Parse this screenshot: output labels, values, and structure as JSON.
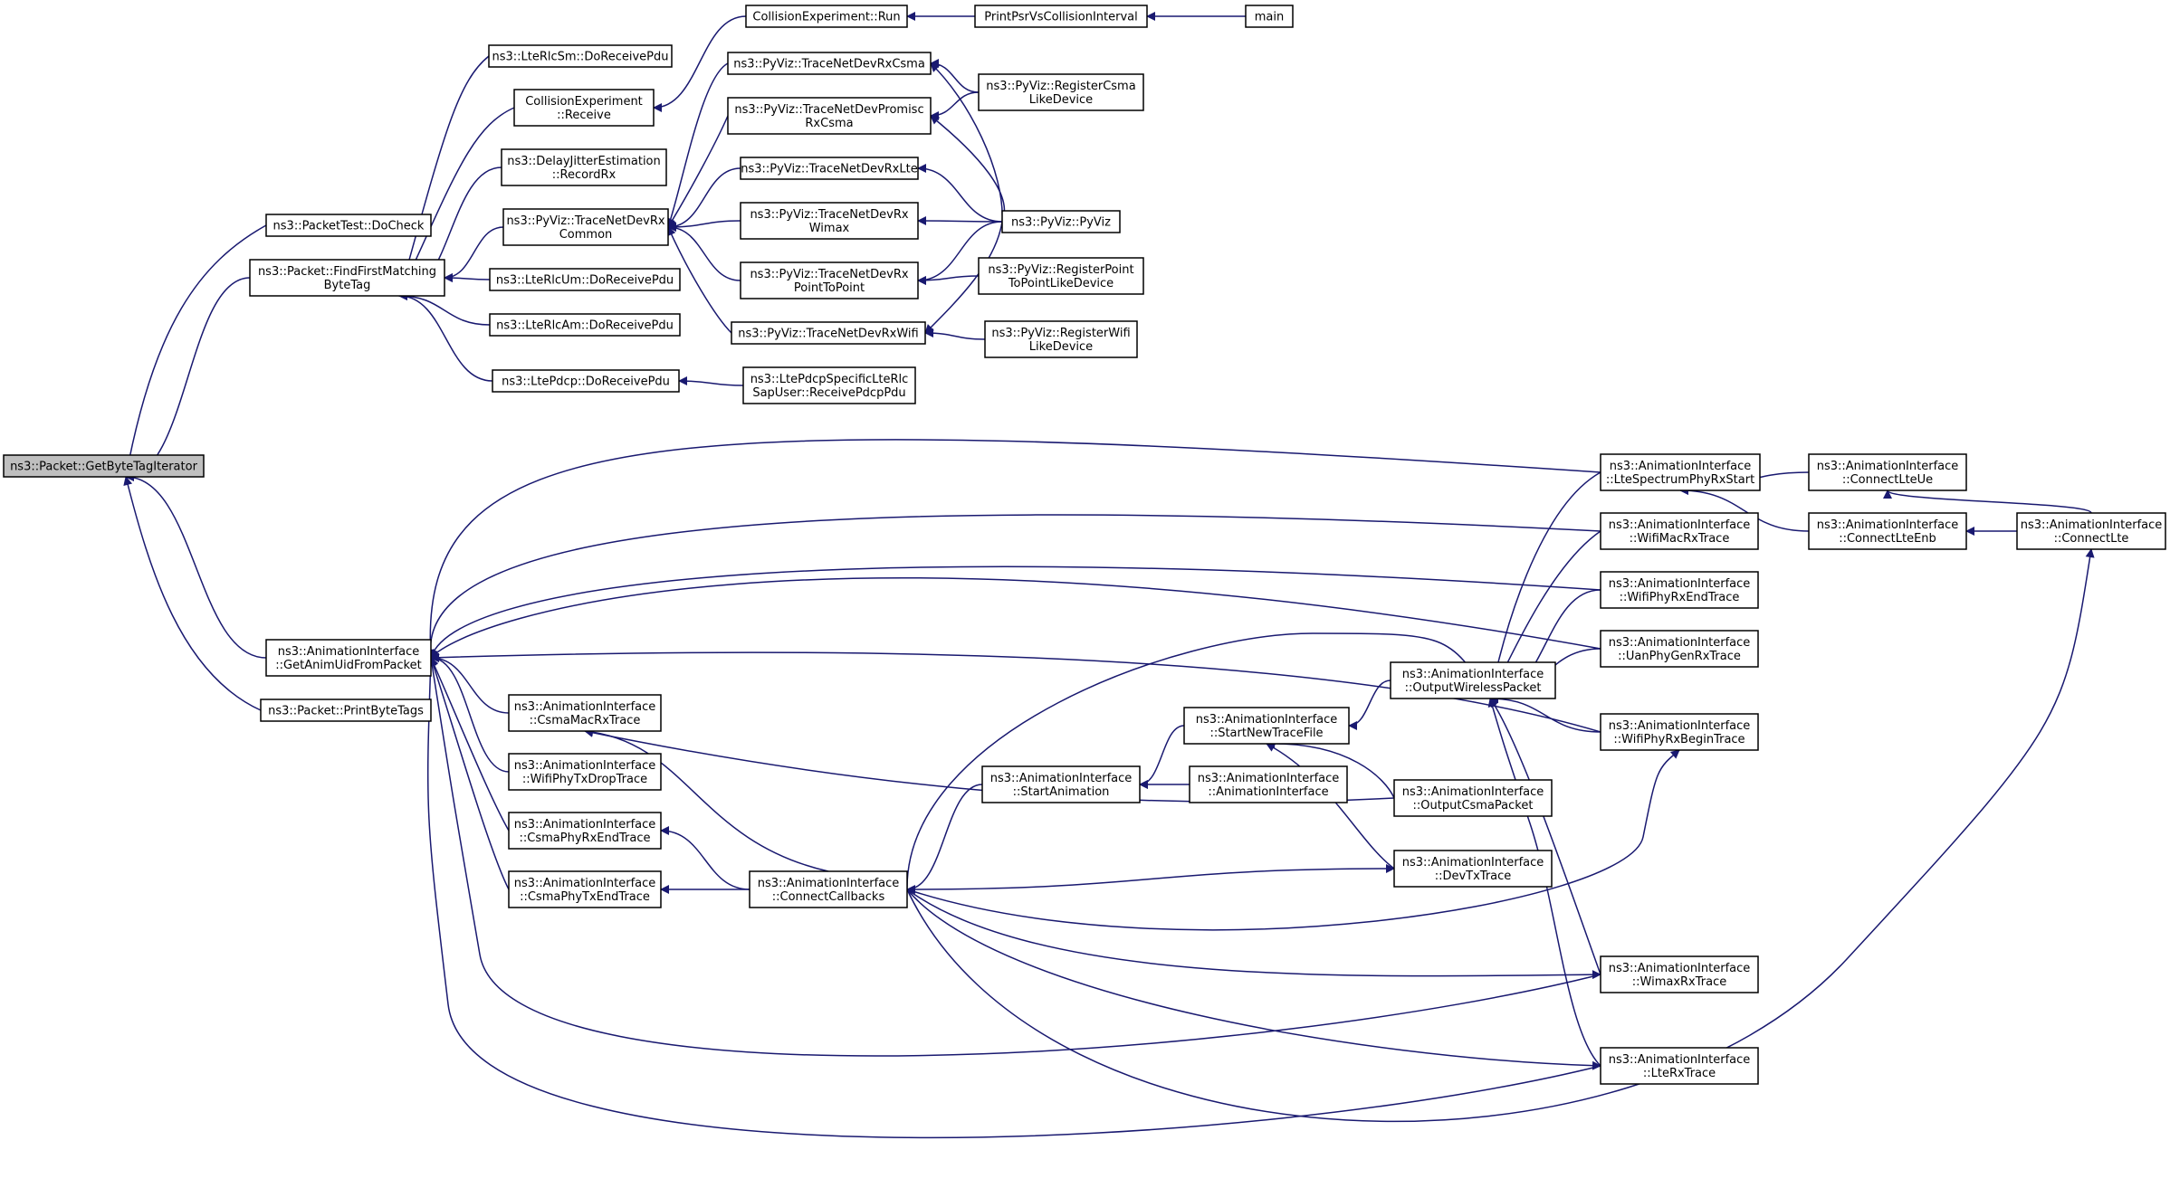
{
  "graph": {
    "title": "",
    "nodes": [
      {
        "id": "root",
        "lines": [
          "ns3::Packet::GetByteTagIterator"
        ],
        "root": true
      },
      {
        "id": "packettest",
        "lines": [
          "ns3::PacketTest::DoCheck"
        ]
      },
      {
        "id": "ffmbt",
        "lines": [
          "ns3::Packet::FindFirstMatching",
          "ByteTag"
        ]
      },
      {
        "id": "getanim",
        "lines": [
          "ns3::AnimationInterface",
          "::GetAnimUidFromPacket"
        ]
      },
      {
        "id": "printbt",
        "lines": [
          "ns3::Packet::PrintByteTags"
        ]
      },
      {
        "id": "rlcsm",
        "lines": [
          "ns3::LteRlcSm::DoReceivePdu"
        ]
      },
      {
        "id": "collrecv",
        "lines": [
          "CollisionExperiment",
          "::Receive"
        ]
      },
      {
        "id": "delay",
        "lines": [
          "ns3::DelayJitterEstimation",
          "::RecordRx"
        ]
      },
      {
        "id": "tndrxcommon",
        "lines": [
          "ns3::PyViz::TraceNetDevRx",
          "Common"
        ]
      },
      {
        "id": "rlcum",
        "lines": [
          "ns3::LteRlcUm::DoReceivePdu"
        ]
      },
      {
        "id": "rlcam",
        "lines": [
          "ns3::LteRlcAm::DoReceivePdu"
        ]
      },
      {
        "id": "pdcp",
        "lines": [
          "ns3::LtePdcp::DoReceivePdu"
        ]
      },
      {
        "id": "collrun",
        "lines": [
          "CollisionExperiment::Run"
        ]
      },
      {
        "id": "printpsr",
        "lines": [
          "PrintPsrVsCollisionInterval"
        ]
      },
      {
        "id": "main",
        "lines": [
          "main"
        ]
      },
      {
        "id": "tnrxcsma",
        "lines": [
          "ns3::PyViz::TraceNetDevRxCsma"
        ]
      },
      {
        "id": "tnpromisc",
        "lines": [
          "ns3::PyViz::TraceNetDevPromisc",
          "RxCsma"
        ]
      },
      {
        "id": "tnrxlte",
        "lines": [
          "ns3::PyViz::TraceNetDevRxLte"
        ]
      },
      {
        "id": "tnrxwimax",
        "lines": [
          "ns3::PyViz::TraceNetDevRx",
          "Wimax"
        ]
      },
      {
        "id": "tnrxp2p",
        "lines": [
          "ns3::PyViz::TraceNetDevRx",
          "PointToPoint"
        ]
      },
      {
        "id": "tnrxwifi",
        "lines": [
          "ns3::PyViz::TraceNetDevRxWifi"
        ]
      },
      {
        "id": "pdcpsap",
        "lines": [
          "ns3::LtePdcpSpecificLteRlc",
          "SapUser::ReceivePdcpPdu"
        ]
      },
      {
        "id": "regcsma",
        "lines": [
          "ns3::PyViz::RegisterCsma",
          "LikeDevice"
        ]
      },
      {
        "id": "pyviz",
        "lines": [
          "ns3::PyViz::PyViz"
        ]
      },
      {
        "id": "regp2p",
        "lines": [
          "ns3::PyViz::RegisterPoint",
          "ToPointLikeDevice"
        ]
      },
      {
        "id": "regwifi",
        "lines": [
          "ns3::PyViz::RegisterWifi",
          "LikeDevice"
        ]
      },
      {
        "id": "csmamacrx",
        "lines": [
          "ns3::AnimationInterface",
          "::CsmaMacRxTrace"
        ]
      },
      {
        "id": "wifitxdrop",
        "lines": [
          "ns3::AnimationInterface",
          "::WifiPhyTxDropTrace"
        ]
      },
      {
        "id": "csmarxend",
        "lines": [
          "ns3::AnimationInterface",
          "::CsmaPhyRxEndTrace"
        ]
      },
      {
        "id": "csmatxend",
        "lines": [
          "ns3::AnimationInterface",
          "::CsmaPhyTxEndTrace"
        ]
      },
      {
        "id": "connectcb",
        "lines": [
          "ns3::AnimationInterface",
          "::ConnectCallbacks"
        ]
      },
      {
        "id": "startanim",
        "lines": [
          "ns3::AnimationInterface",
          "::StartAnimation"
        ]
      },
      {
        "id": "starttrace",
        "lines": [
          "ns3::AnimationInterface",
          "::StartNewTraceFile"
        ]
      },
      {
        "id": "animctor",
        "lines": [
          "ns3::AnimationInterface",
          "::AnimationInterface"
        ]
      },
      {
        "id": "outwireless",
        "lines": [
          "ns3::AnimationInterface",
          "::OutputWirelessPacket"
        ]
      },
      {
        "id": "outcsma",
        "lines": [
          "ns3::AnimationInterface",
          "::OutputCsmaPacket"
        ]
      },
      {
        "id": "devtx",
        "lines": [
          "ns3::AnimationInterface",
          "::DevTxTrace"
        ]
      },
      {
        "id": "ltespec",
        "lines": [
          "ns3::AnimationInterface",
          "::LteSpectrumPhyRxStart"
        ]
      },
      {
        "id": "wifimacrx",
        "lines": [
          "ns3::AnimationInterface",
          "::WifiMacRxTrace"
        ]
      },
      {
        "id": "wifirxend",
        "lines": [
          "ns3::AnimationInterface",
          "::WifiPhyRxEndTrace"
        ]
      },
      {
        "id": "uanrx",
        "lines": [
          "ns3::AnimationInterface",
          "::UanPhyGenRxTrace"
        ]
      },
      {
        "id": "wifirxbegin",
        "lines": [
          "ns3::AnimationInterface",
          "::WifiPhyRxBeginTrace"
        ]
      },
      {
        "id": "wimaxrx",
        "lines": [
          "ns3::AnimationInterface",
          "::WimaxRxTrace"
        ]
      },
      {
        "id": "lterx",
        "lines": [
          "ns3::AnimationInterface",
          "::LteRxTrace"
        ]
      },
      {
        "id": "connlteue",
        "lines": [
          "ns3::AnimationInterface",
          "::ConnectLteUe"
        ]
      },
      {
        "id": "connlteenb",
        "lines": [
          "ns3::AnimationInterface",
          "::ConnectLteEnb"
        ]
      },
      {
        "id": "connlte",
        "lines": [
          "ns3::AnimationInterface",
          "::ConnectLte"
        ]
      }
    ],
    "edges": [
      [
        "packettest",
        "root"
      ],
      [
        "ffmbt",
        "root"
      ],
      [
        "getanim",
        "root"
      ],
      [
        "printbt",
        "root"
      ],
      [
        "rlcsm",
        "ffmbt"
      ],
      [
        "collrecv",
        "ffmbt"
      ],
      [
        "delay",
        "ffmbt"
      ],
      [
        "tndrxcommon",
        "ffmbt"
      ],
      [
        "rlcum",
        "ffmbt"
      ],
      [
        "rlcam",
        "ffmbt"
      ],
      [
        "pdcp",
        "ffmbt"
      ],
      [
        "collrun",
        "collrecv"
      ],
      [
        "printpsr",
        "collrun"
      ],
      [
        "main",
        "printpsr"
      ],
      [
        "tnrxcsma",
        "tndrxcommon"
      ],
      [
        "tnpromisc",
        "tndrxcommon"
      ],
      [
        "tnrxlte",
        "tndrxcommon"
      ],
      [
        "tnrxwimax",
        "tndrxcommon"
      ],
      [
        "tnrxp2p",
        "tndrxcommon"
      ],
      [
        "tnrxwifi",
        "tndrxcommon"
      ],
      [
        "pdcpsap",
        "pdcp"
      ],
      [
        "regcsma",
        "tnrxcsma"
      ],
      [
        "pyviz",
        "tnrxcsma"
      ],
      [
        "regcsma",
        "tnpromisc"
      ],
      [
        "pyviz",
        "tnpromisc"
      ],
      [
        "pyviz",
        "tnrxlte"
      ],
      [
        "pyviz",
        "tnrxwimax"
      ],
      [
        "pyviz",
        "tnrxp2p"
      ],
      [
        "regp2p",
        "tnrxp2p"
      ],
      [
        "pyviz",
        "tnrxwifi"
      ],
      [
        "regwifi",
        "tnrxwifi"
      ],
      [
        "csmamacrx",
        "getanim"
      ],
      [
        "wifitxdrop",
        "getanim"
      ],
      [
        "csmarxend",
        "getanim"
      ],
      [
        "csmatxend",
        "getanim"
      ],
      [
        "ltespec",
        "getanim"
      ],
      [
        "wifimacrx",
        "getanim"
      ],
      [
        "wifirxend",
        "getanim"
      ],
      [
        "uanrx",
        "getanim"
      ],
      [
        "wifirxbegin",
        "getanim"
      ],
      [
        "wimaxrx",
        "getanim"
      ],
      [
        "lterx",
        "getanim"
      ],
      [
        "connectcb",
        "csmamacrx"
      ],
      [
        "connectcb",
        "csmarxend"
      ],
      [
        "connectcb",
        "csmatxend"
      ],
      [
        "outcsma",
        "csmamacrx"
      ],
      [
        "startanim",
        "connectcb"
      ],
      [
        "starttrace",
        "startanim"
      ],
      [
        "animctor",
        "startanim"
      ],
      [
        "outwireless",
        "starttrace"
      ],
      [
        "outcsma",
        "starttrace"
      ],
      [
        "devtx",
        "starttrace"
      ],
      [
        "ltespec",
        "outwireless"
      ],
      [
        "wifimacrx",
        "outwireless"
      ],
      [
        "wifirxend",
        "outwireless"
      ],
      [
        "uanrx",
        "outwireless"
      ],
      [
        "wifirxbegin",
        "outwireless"
      ],
      [
        "wimaxrx",
        "outwireless"
      ],
      [
        "lterx",
        "outwireless"
      ],
      [
        "connectcb",
        "outwireless"
      ],
      [
        "connectcb",
        "devtx"
      ],
      [
        "connectcb",
        "wifirxbegin"
      ],
      [
        "connectcb",
        "wimaxrx"
      ],
      [
        "connectcb",
        "lterx"
      ],
      [
        "connectcb",
        "connlte"
      ],
      [
        "connlteue",
        "ltespec"
      ],
      [
        "connlteenb",
        "ltespec"
      ],
      [
        "connlte",
        "connlteue"
      ],
      [
        "connlte",
        "connlteenb"
      ]
    ]
  }
}
